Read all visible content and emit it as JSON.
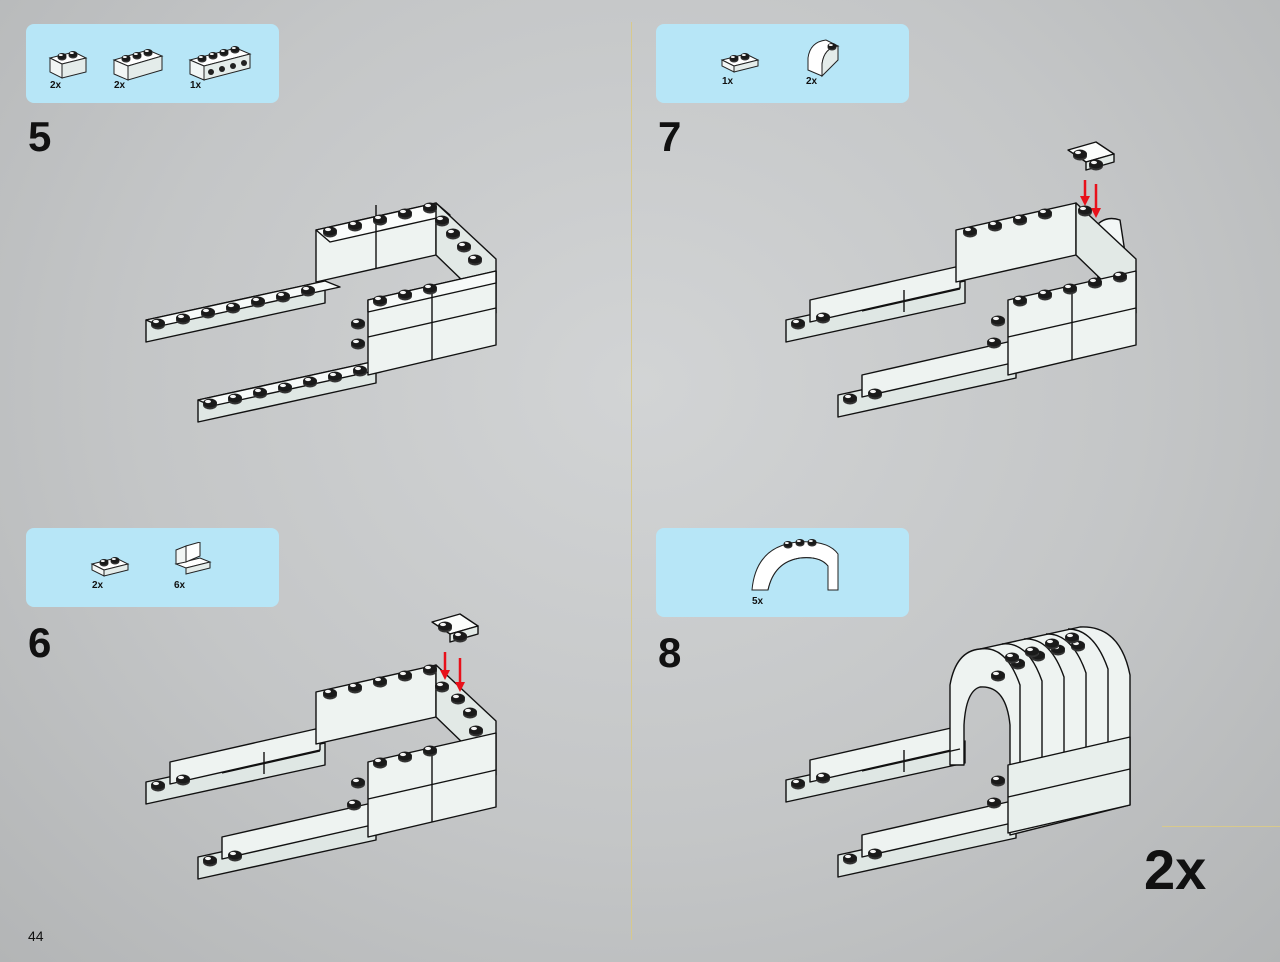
{
  "page_number": "44",
  "multiplier": "2x",
  "steps": [
    {
      "number": "5",
      "parts": [
        {
          "qty": "2x",
          "icon": "brick-1x2-icon"
        },
        {
          "qty": "2x",
          "icon": "brick-1x3-icon"
        },
        {
          "qty": "1x",
          "icon": "technic-brick-1x4-icon"
        }
      ]
    },
    {
      "number": "6",
      "parts": [
        {
          "qty": "2x",
          "icon": "plate-1x2-icon"
        },
        {
          "qty": "6x",
          "icon": "bracket-icon"
        }
      ]
    },
    {
      "number": "7",
      "parts": [
        {
          "qty": "1x",
          "icon": "plate-1x2-icon"
        },
        {
          "qty": "2x",
          "icon": "curved-slope-icon"
        }
      ]
    },
    {
      "number": "8",
      "parts": [
        {
          "qty": "5x",
          "icon": "arch-icon"
        }
      ]
    }
  ],
  "colors": {
    "callout": "#b7e6f7",
    "brick": "#eef3f1",
    "arrow": "#e8101a",
    "rule": "#d8c98c"
  }
}
